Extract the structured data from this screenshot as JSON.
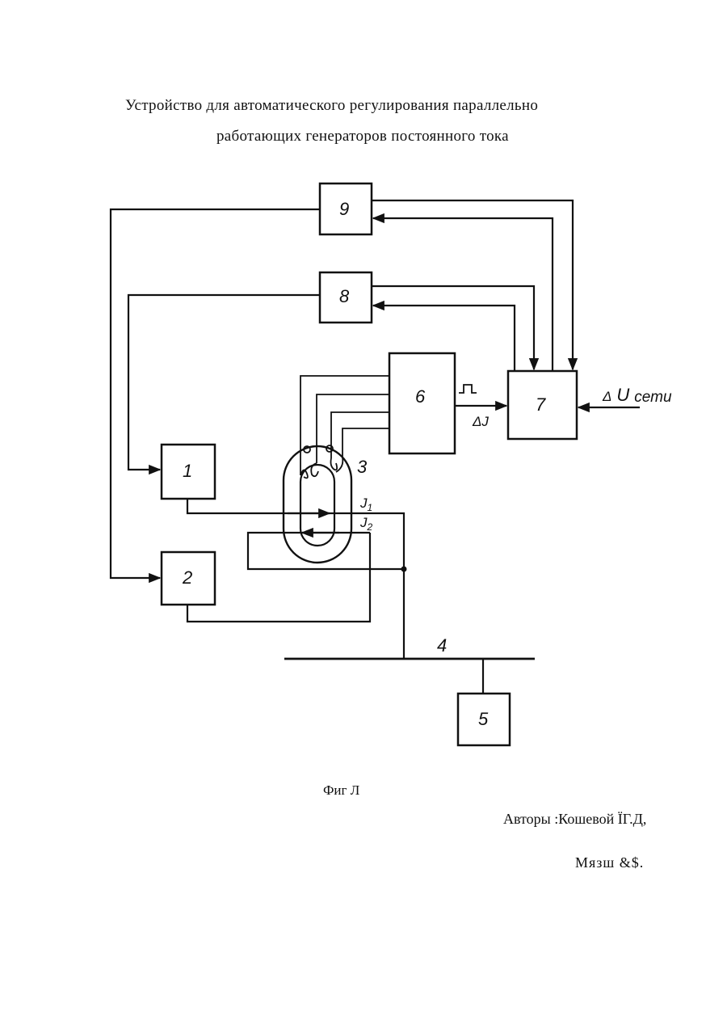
{
  "document": {
    "title_line_1": "Устройство для автоматического регулирования параллельно",
    "title_line_2": "работающих генераторов постоянного  тока",
    "figure_caption": "Фиг Л",
    "authors_line_1": "Авторы :Кошевой ЇГ.Д,",
    "authors_line_2": "Мязш &$."
  },
  "diagram": {
    "blocks": {
      "b1": "1",
      "b2": "2",
      "b3": "3",
      "b4": "4",
      "b5": "5",
      "b6": "6",
      "b7": "7",
      "b8": "8",
      "b9": "9"
    },
    "labels": {
      "delta_u_prefix": "Δ",
      "delta_u_var": "U",
      "delta_u_sub": "сети",
      "delta_j": "ΔJ",
      "j1_main": "J",
      "j1_sub": "1",
      "j2_main": "J",
      "j2_sub": "2",
      "pulse_symbol": "⊓"
    }
  }
}
